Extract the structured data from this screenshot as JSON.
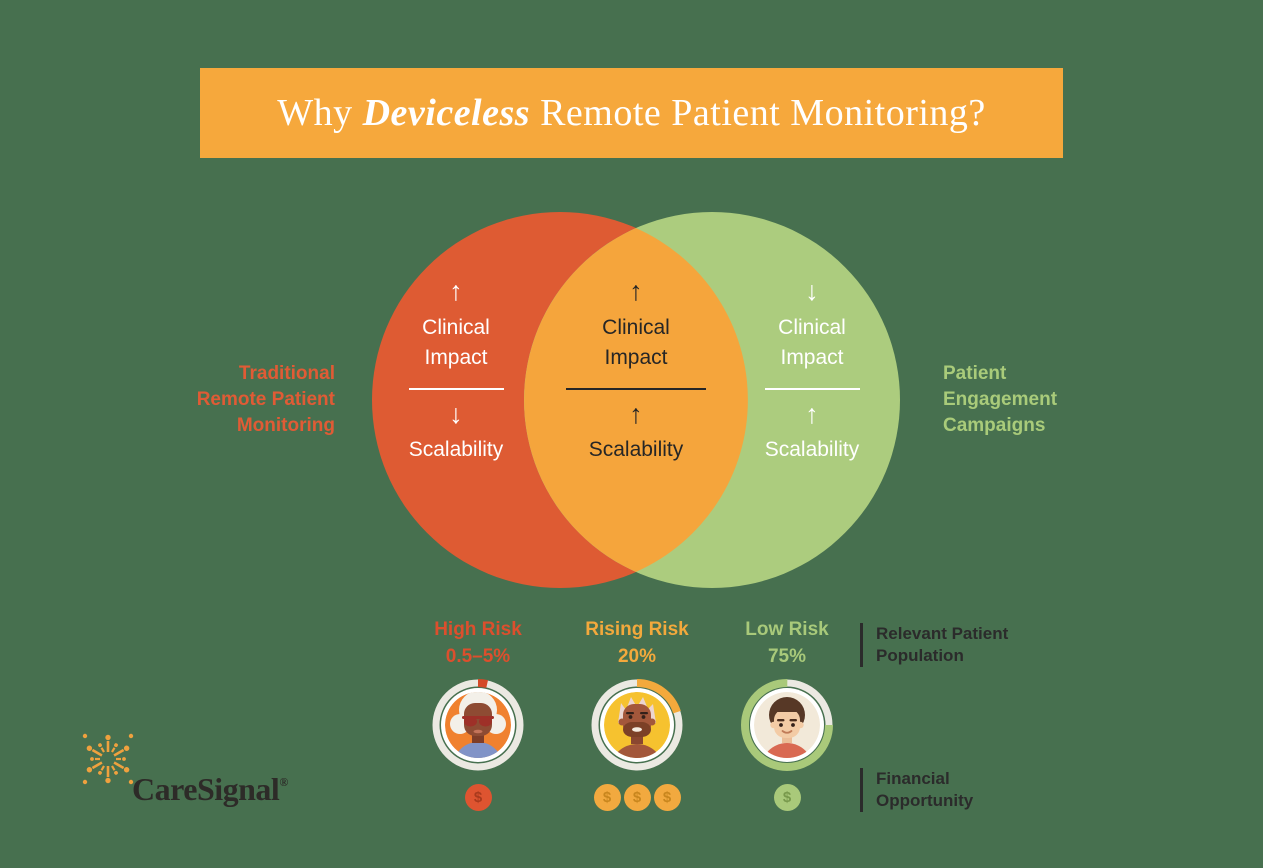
{
  "page": {
    "background": "#47704F"
  },
  "banner": {
    "background": "#F6A83C",
    "text_color": "#FFFFFF",
    "title_prefix": "Why ",
    "title_emphasis": "Deviceless",
    "title_suffix": " Remote Patient Monitoring?"
  },
  "venn": {
    "left_circle_color": "#DE5B33",
    "right_circle_color": "#ACCC7E",
    "overlap_color": "#F5A53C",
    "left_label": {
      "color": "#E05B35",
      "lines": [
        "Traditional",
        "Remote Patient",
        "Monitoring"
      ]
    },
    "right_label": {
      "color": "#A9CB7A",
      "lines": [
        "Patient",
        "Engagement",
        "Campaigns"
      ]
    },
    "regions": [
      {
        "name": "traditional-rpm",
        "text_color": "#FFFFFF",
        "divider_color": "#FFFFFF",
        "clinical_arrow": "↑",
        "clinical_label": "Clinical Impact",
        "scalability_arrow": "↓",
        "scalability_label": "Scalability"
      },
      {
        "name": "deviceless-overlap",
        "text_color": "#262626",
        "divider_color": "#262626",
        "clinical_arrow": "↑",
        "clinical_label": "Clinical Impact",
        "scalability_arrow": "↑",
        "scalability_label": "Scalability"
      },
      {
        "name": "patient-engagement",
        "text_color": "#FFFFFF",
        "divider_color": "#FFFFFF",
        "clinical_arrow": "↓",
        "clinical_label": "Clinical Impact",
        "scalability_arrow": "↑",
        "scalability_label": "Scalability"
      }
    ]
  },
  "risk_groups": [
    {
      "label": "High Risk",
      "percent": "0.5–5%",
      "color": "#DC4F2D",
      "ring_percent": 3.5,
      "ring_start_deg": -90,
      "ring_color": "#D44A28",
      "coins": 1,
      "coin_color": "#DE5430",
      "coin_symbol_color": "#A93A1D"
    },
    {
      "label": "Rising Risk",
      "percent": "20%",
      "color": "#F3A93C",
      "ring_percent": 20,
      "ring_start_deg": -90,
      "ring_color": "#F3A93C",
      "coins": 3,
      "coin_color": "#F2A93F",
      "coin_symbol_color": "#C8861E"
    },
    {
      "label": "Low Risk",
      "percent": "75%",
      "color": "#A8C97A",
      "ring_percent": 75,
      "ring_start_deg": 0,
      "ring_color": "#A9C97A",
      "coins": 1,
      "coin_color": "#A9C97A",
      "coin_symbol_color": "#78994C"
    }
  ],
  "coin_symbol": "$",
  "ring_track_color": "#EBE9E2",
  "annotations": {
    "text_color": "#2B2B2B",
    "population_lines": [
      "Relevant Patient",
      "Population"
    ],
    "financial_lines": [
      "Financial",
      "Opportunity"
    ]
  },
  "logo": {
    "wordmark": "CareSignal",
    "registered_mark": "®",
    "icon_color": "#EFA13E",
    "text_color": "#2D2B28"
  }
}
